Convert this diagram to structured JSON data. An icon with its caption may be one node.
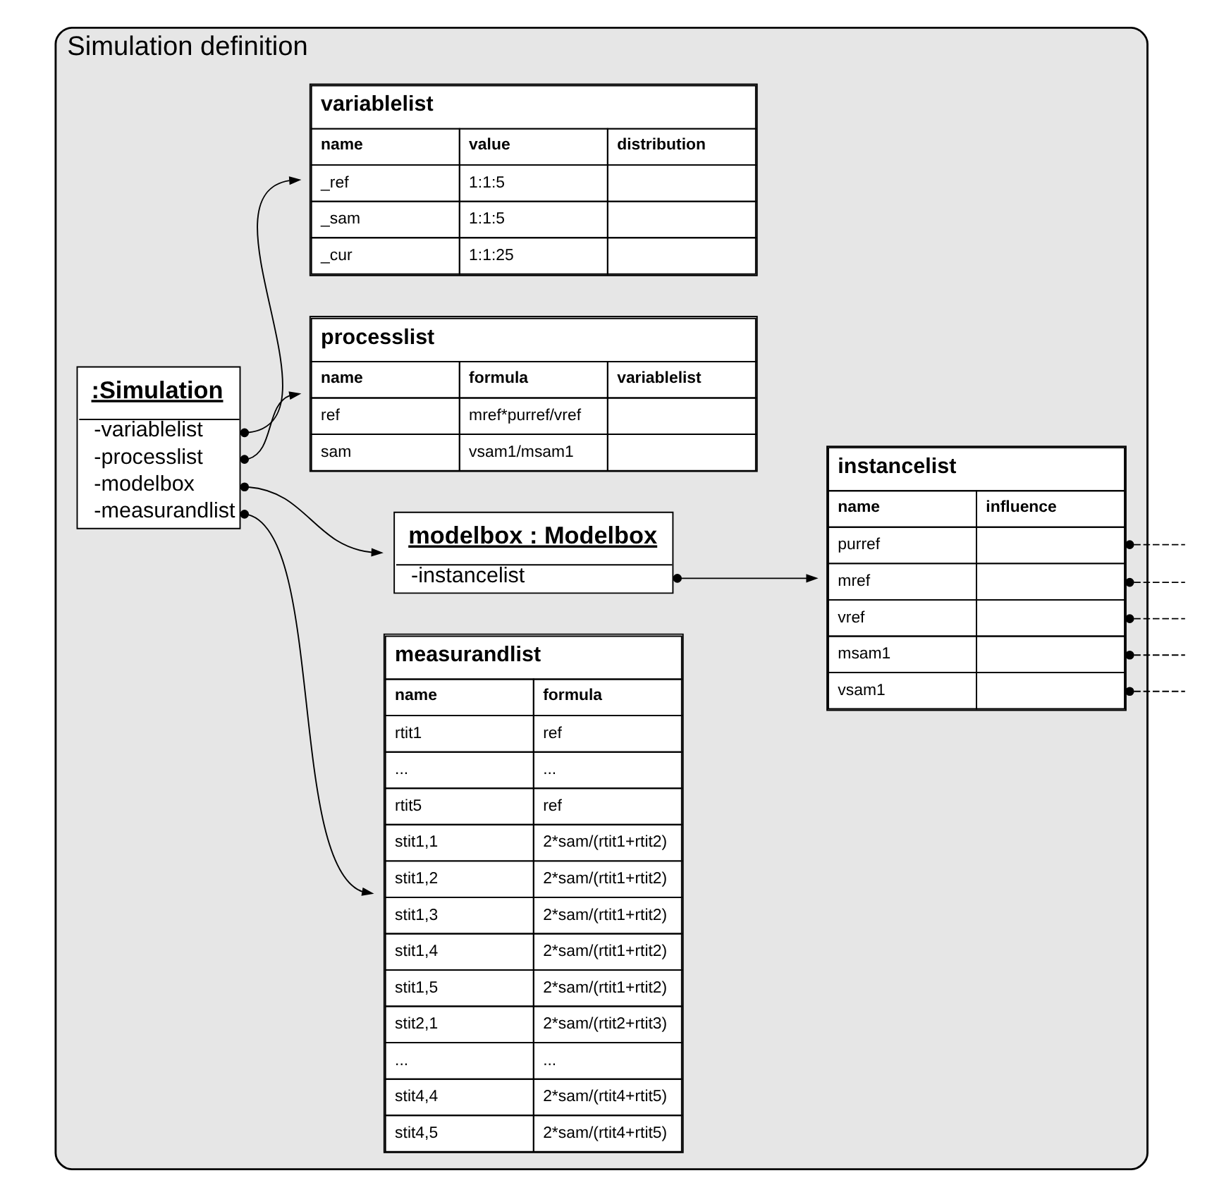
{
  "diagram": {
    "nodes": [
      {
        "text": [
          "Simulation definition"
        ]
      },
      {
        "text": [
          ":Simulation",
          "-variablelist",
          "-processlist",
          "-modelbox",
          "-measurandlist"
        ],
        "in": 0
      },
      {
        "text": [
          "variablelist",
          "name",
          "value",
          "distribution",
          "_ref",
          "1:1:5",
          "_sam",
          "1:1:5",
          "_cur",
          "1:1:25"
        ],
        "in": 0
      },
      {
        "text": [
          "processlist",
          "name",
          "formula",
          "variablelist",
          "ref",
          "mref*purref/vref",
          "sam",
          "vsam1/msam1"
        ],
        "in": 0
      },
      {
        "text": [
          "measurandlist",
          "name",
          "formula",
          "rtit1",
          "ref",
          "...",
          "...",
          "rtit5",
          "ref",
          "stit1,1",
          "2*sam/(rtit1+rtit2)",
          "stit1,2",
          "2*sam/(rtit1+rtit2)",
          "stit1,3",
          "2*sam/(rtit1+rtit2)",
          "stit1,4",
          "2*sam/(rtit1+rtit2)",
          "stit1,5",
          "2*sam/(rtit1+rtit2)",
          "stit2,1",
          "2*sam/(rtit2+rtit3)",
          "...",
          "...",
          "stit4,4",
          "2*sam/(rtit4+rtit5)",
          "stit4,5",
          "2*sam/(rtit4+rtit5)"
        ],
        "in": 0
      },
      {
        "text": [
          "modelbox : Modelbox",
          "-instancelist"
        ],
        "in": 0
      },
      {
        "text": [
          "instancelist",
          "name",
          "influence",
          "purref",
          "mref",
          "vref",
          "msam1",
          "vsam1"
        ],
        "in": 0
      }
    ],
    "edges": [
      {
        "from": 1,
        "to": 2,
        "arrow": "to"
      },
      {
        "from": 1,
        "to": 3,
        "arrow": "to"
      },
      {
        "from": 1,
        "to": 5,
        "arrow": "to"
      },
      {
        "from": 1,
        "to": 4,
        "arrow": "to"
      },
      {
        "from": 5,
        "to": 6,
        "arrow": "to"
      },
      {
        "from": 6,
        "to": null,
        "arrow": "other",
        "style": "dashed"
      },
      {
        "from": 6,
        "to": null,
        "arrow": "other",
        "style": "dashed"
      },
      {
        "from": 6,
        "to": null,
        "arrow": "other",
        "style": "dashed"
      },
      {
        "from": 6,
        "to": null,
        "arrow": "other",
        "style": "dashed"
      },
      {
        "from": 6,
        "to": null,
        "arrow": "other",
        "style": "dashed"
      }
    ]
  }
}
